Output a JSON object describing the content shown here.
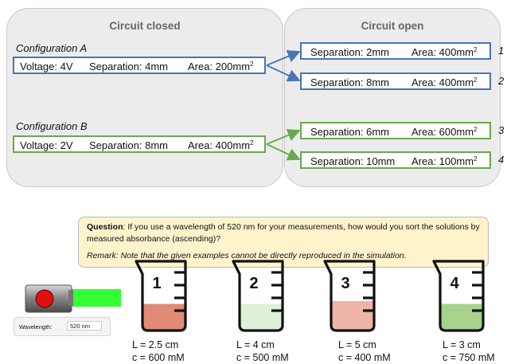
{
  "closed_panel": {
    "title": "Circuit closed"
  },
  "open_panel": {
    "title": "Circuit open"
  },
  "configA": {
    "title": "Configuration A",
    "voltage": "Voltage: 4V",
    "separation": "Separation: 4mm",
    "area": "Area: 200mm",
    "area_exp": "2"
  },
  "configB": {
    "title": "Configuration B",
    "voltage": "Voltage: 2V",
    "separation": "Separation: 8mm",
    "area": "Area: 400mm",
    "area_exp": "2"
  },
  "results": [
    {
      "separation": "Separation: 2mm",
      "area": "Area: 400mm",
      "exp": "2",
      "index": "1"
    },
    {
      "separation": "Separation: 8mm",
      "area": "Area: 400mm",
      "exp": "2",
      "index": "2"
    },
    {
      "separation": "Separation: 6mm",
      "area": "Area: 600mm",
      "exp": "2",
      "index": "3"
    },
    {
      "separation": "Separation: 10mm",
      "area": "Area: 100mm",
      "exp": "2",
      "index": "4"
    }
  ],
  "question": {
    "label": "Question",
    "text": ": If you use a wavelength of 520 nm for your measurements, how would you sort the solutions by measured absorbance (ascending)?",
    "remark": "Remark: Note that the given examples cannot be directly reproduced in the simulation."
  },
  "device": {
    "wavelength_label": "Wavelength:",
    "wavelength_value": "520 nm",
    "beam_color": "#33ff33",
    "button_color": "#e01010"
  },
  "beakers": [
    {
      "number": "1",
      "length": "L = 2.5 cm",
      "concentration": "c = 600 mM",
      "fill": 0.45,
      "color": "#e08b76"
    },
    {
      "number": "2",
      "length": "L = 4 cm",
      "concentration": "c = 500 mM",
      "fill": 0.45,
      "color": "#dff0d8"
    },
    {
      "number": "3",
      "length": "L = 5 cm",
      "concentration": "c = 400 mM",
      "fill": 0.5,
      "color": "#efb5a8"
    },
    {
      "number": "4",
      "length": "L = 3 cm",
      "concentration": "c = 750 mM",
      "fill": 0.45,
      "color": "#a6d28e"
    }
  ]
}
